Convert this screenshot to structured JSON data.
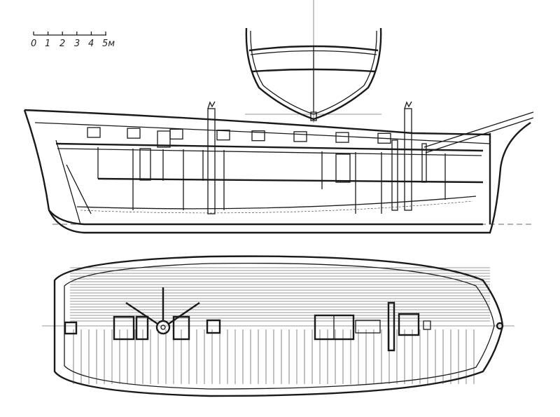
{
  "scale_bar": {
    "labels": [
      "0",
      "1",
      "2",
      "3",
      "4",
      "5м"
    ]
  }
}
